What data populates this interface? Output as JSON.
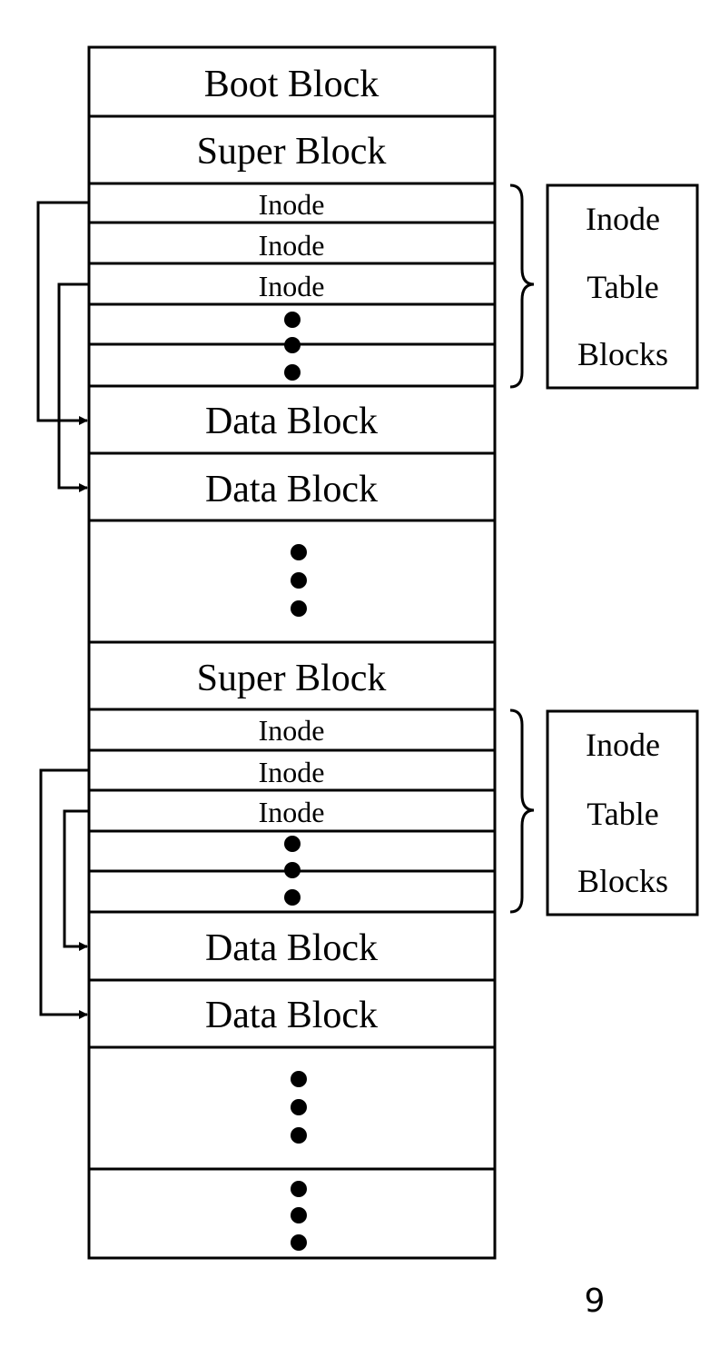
{
  "layout": {
    "labels": {
      "boot_block": "Boot Block",
      "super_block_1": "Super Block",
      "inode_1": "Inode",
      "inode_2": "Inode",
      "inode_3": "Inode",
      "data_block_1": "Data Block",
      "data_block_2": "Data Block",
      "super_block_2": "Super Block",
      "inode_4": "Inode",
      "inode_5": "Inode",
      "inode_6": "Inode",
      "data_block_3": "Data Block",
      "data_block_4": "Data Block"
    },
    "side_label_1": [
      "Inode",
      "Table",
      "Blocks"
    ],
    "side_label_2": [
      "Inode",
      "Table",
      "Blocks"
    ]
  },
  "page_number": "9",
  "colors": {
    "line": "#000000",
    "background": "#ffffff"
  }
}
